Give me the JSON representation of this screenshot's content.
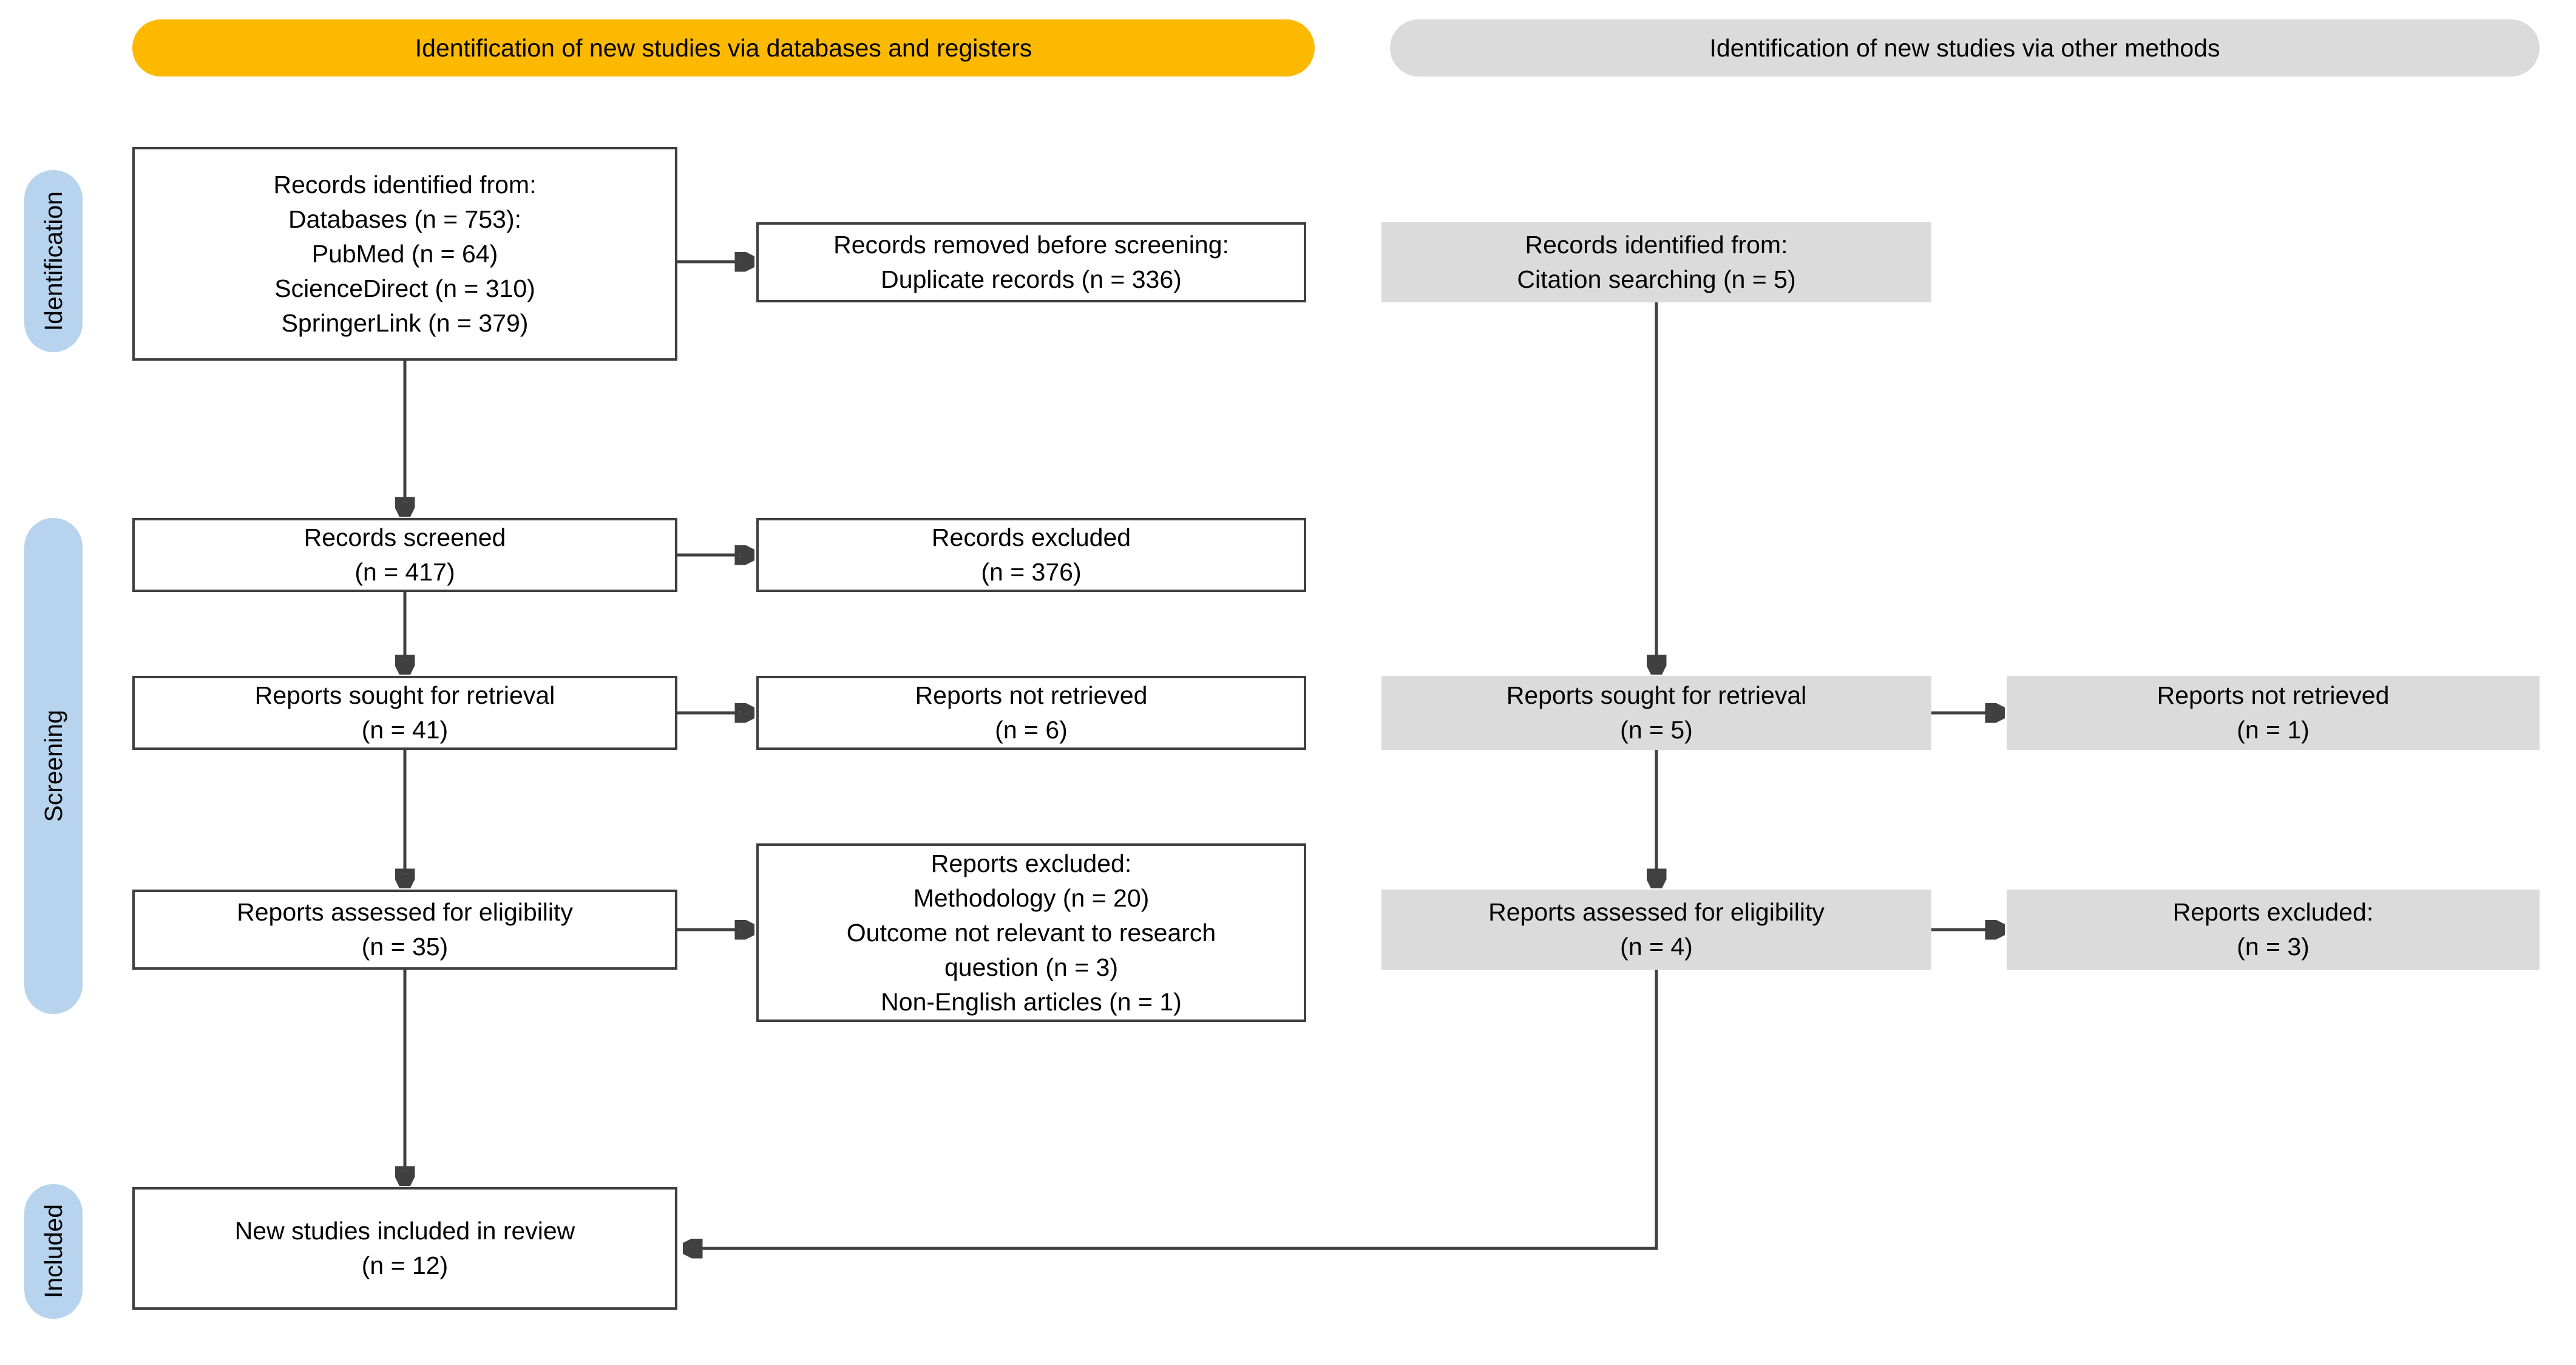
{
  "banners": {
    "databases": "Identification of new studies via databases and registers",
    "other": "Identification of new studies via other methods"
  },
  "stages": {
    "identification": "Identification",
    "screening": "Screening",
    "included": "Included"
  },
  "boxes": {
    "records_identified": "Records identified from:\nDatabases (n = 753):\nPubMed (n = 64)\nScienceDirect (n = 310)\nSpringerLink (n = 379)",
    "records_removed": "Records removed before screening:\nDuplicate records (n = 336)",
    "citation_identified": "Records identified from:\nCitation searching (n = 5)",
    "records_screened": "Records screened\n(n = 417)",
    "records_excluded": "Records excluded\n(n = 376)",
    "reports_sought_databases": "Reports sought for retrieval\n(n = 41)",
    "reports_not_retrieved_databases": "Reports not retrieved\n(n = 6)",
    "reports_sought_other": "Reports sought for retrieval\n(n = 5)",
    "reports_not_retrieved_other": "Reports not retrieved\n(n = 1)",
    "reports_assessed_databases": "Reports assessed for eligibility\n(n = 35)",
    "reports_excluded_databases": "Reports excluded:\nMethodology (n = 20)\nOutcome not relevant to research\nquestion (n = 3)\nNon-English articles (n = 1)",
    "reports_assessed_other": "Reports assessed for eligibility\n(n = 4)",
    "reports_excluded_other": "Reports excluded:\n(n = 3)",
    "new_studies_included": "New studies included in review\n(n = 12)"
  },
  "colors": {
    "banner_databases": "#FCB900",
    "banner_other": "#DBDBDB",
    "gray_box": "#DBDBDB",
    "stage_pill": "#B7D3ED",
    "box_border": "#3F3F3F",
    "arrow": "#404040",
    "text": "#000000",
    "background": "#FFFFFF"
  }
}
